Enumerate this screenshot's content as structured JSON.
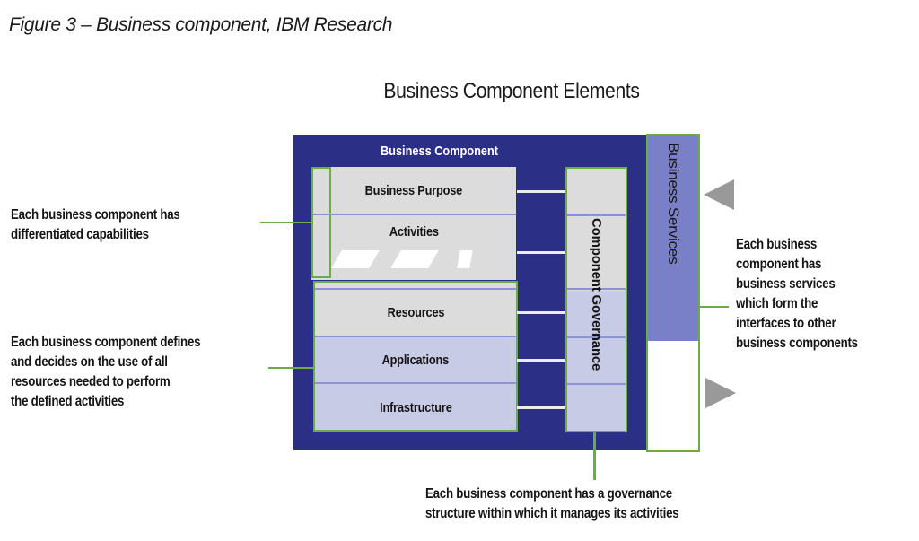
{
  "caption": "Figure 3 – Business component, IBM Research",
  "diagram": {
    "title": "Business Component Elements",
    "outer_label": "Business Component",
    "capabilities_rows": [
      {
        "label": "Business Purpose"
      },
      {
        "label": "Activities"
      }
    ],
    "resource_rows": [
      {
        "label": "Resources"
      },
      {
        "label": "Applications"
      },
      {
        "label": "Infrastructure"
      }
    ],
    "governance_label": "Component Governance",
    "services_label": "Business Services",
    "annotations": {
      "capabilities": [
        "Each business component has",
        "differentiated capabilities"
      ],
      "resources": [
        "Each business component defines",
        "and decides on the use of all",
        "resources needed to perform",
        "the defined activities"
      ],
      "services": [
        "Each business",
        "component has",
        "business services",
        "which form the",
        "interfaces to other",
        "business components"
      ],
      "governance": [
        "Each business component has a governance",
        "structure within which it manages its activities"
      ]
    },
    "colors": {
      "outer_box": "#2b2f85",
      "row_gray": "#dcdcdc",
      "row_lavender": "#c8cbe6",
      "services_fill": "#7a80c8",
      "callout_line": "#6aac48",
      "arrow": "#999999"
    }
  }
}
